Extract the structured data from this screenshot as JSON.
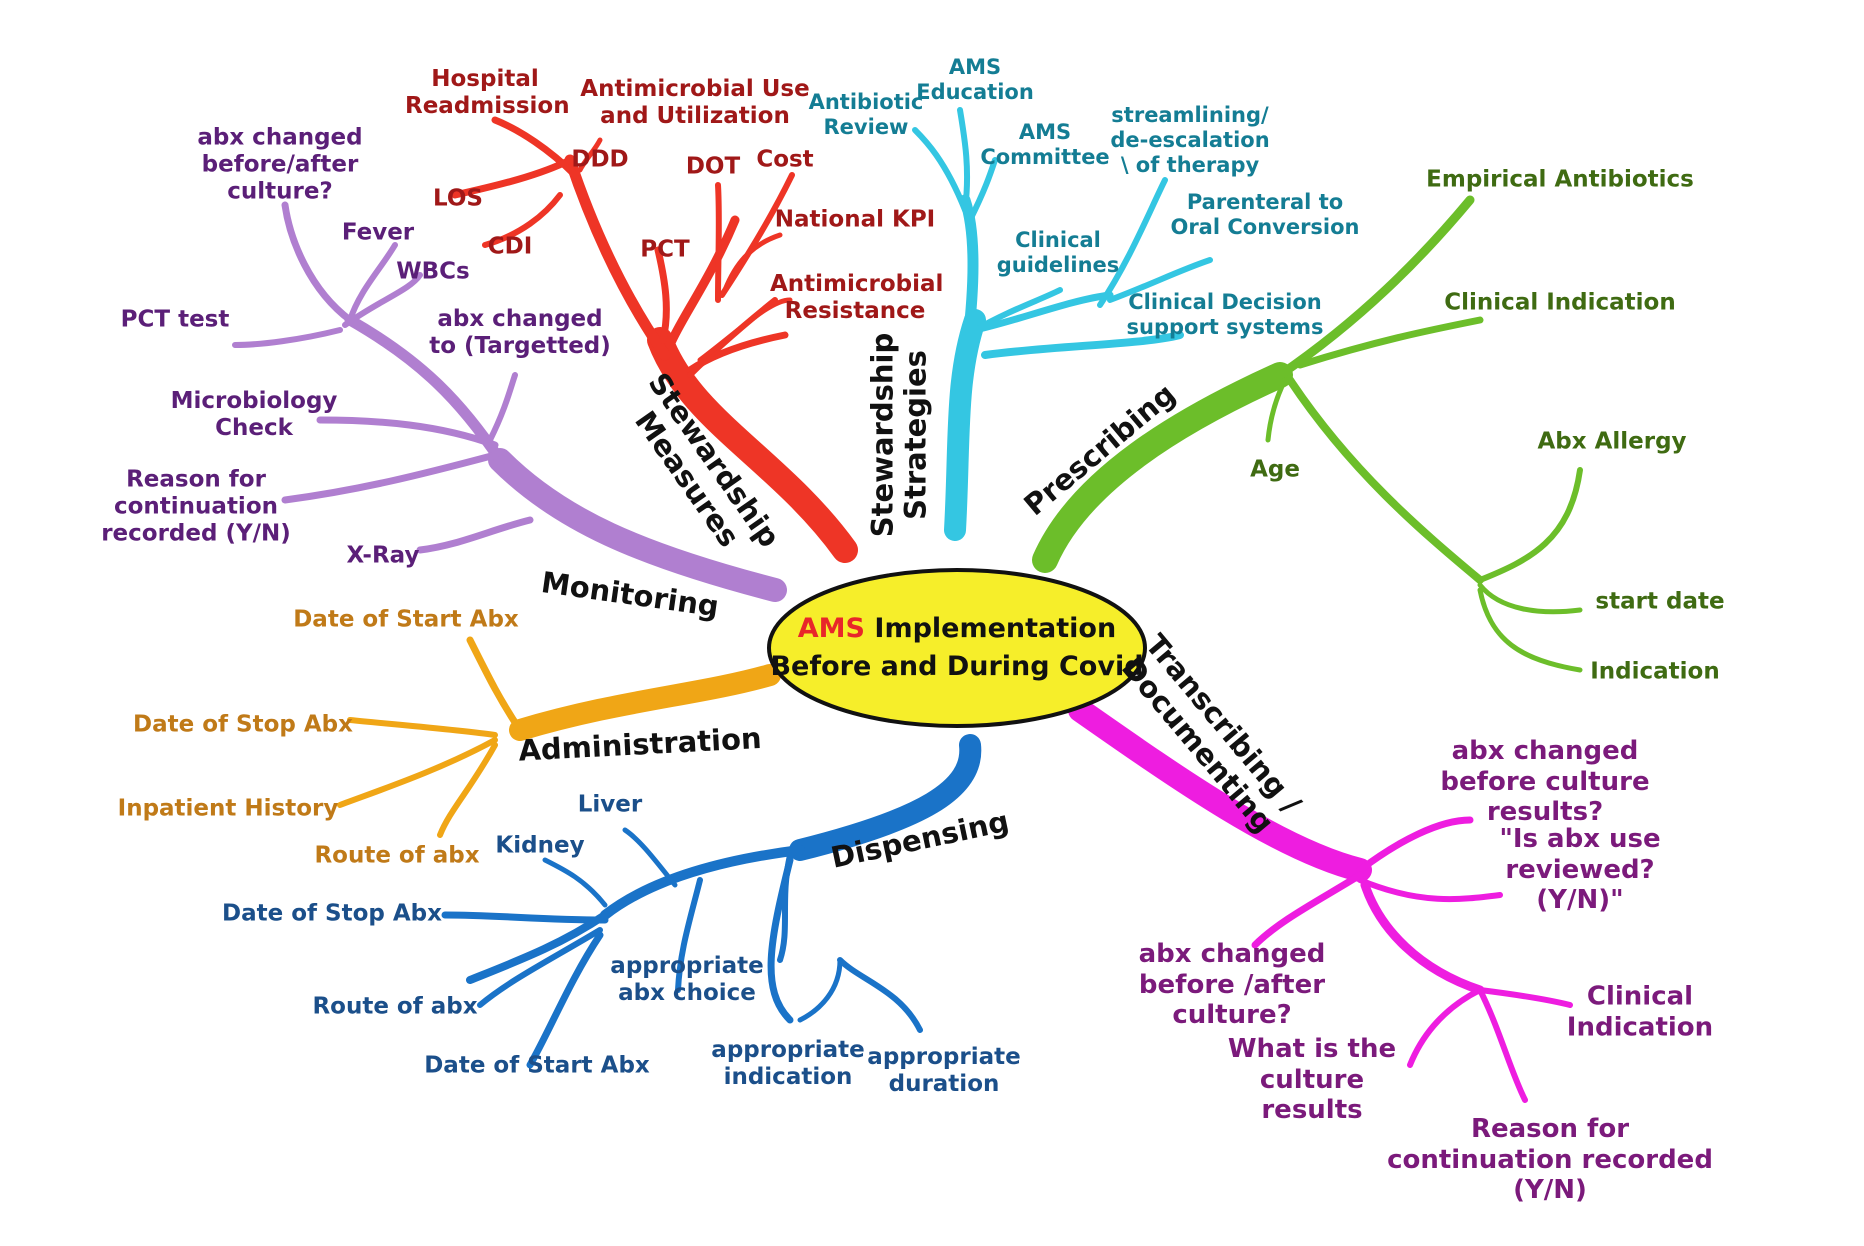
{
  "center": {
    "acronym": "AMS",
    "title_rest": "Implementation",
    "subtitle": "Before and During Covid"
  },
  "branches": {
    "stewardship_measures": {
      "label": "Stewardship Measures",
      "color": "#ee3526",
      "leaves": [
        "Hospital Readmission",
        "Antimicrobial Use and Utilization",
        "DDD",
        "DOT",
        "Cost",
        "LOS",
        "National KPI",
        "CDI",
        "PCT",
        "Antimicrobial Resistance"
      ]
    },
    "stewardship_strategies": {
      "label": "Stewardship Strategies",
      "color": "#34c6e2",
      "leaves": [
        "AMS Education",
        "Antibiotic Review",
        "AMS Committee",
        "streamlining/ de-escalation \\ of therapy",
        "Parenteral to Oral Conversion",
        "Clinical guidelines",
        "Clinical Decision support systems"
      ]
    },
    "prescribing": {
      "label": "Prescribing",
      "color": "#6cbe2a",
      "leaves": [
        "Empirical Antibiotics",
        "Clinical Indication",
        "Age",
        "Abx Allergy",
        "start date",
        "Indication"
      ]
    },
    "transcribing": {
      "label": "Transcribing / Documenting",
      "color": "#ee1de0",
      "leaves": [
        "abx changed before culture results?",
        "\"Is abx use reviewed?(Y/N)\"",
        "abx changed before /after culture?",
        "Clinical Indication",
        "What is the culture results",
        "Reason for continuation recorded (Y/N)"
      ]
    },
    "dispensing": {
      "label": "Dispensing",
      "color": "#1a73c8",
      "leaves": [
        "Liver",
        "Kidney",
        "Date of Stop Abx",
        "Route of abx",
        "appropriate abx choice",
        "Date of Start Abx",
        "appropriate indication",
        "appropriate duration"
      ]
    },
    "administration": {
      "label": "Administration",
      "color": "#f0a616",
      "leaves": [
        "Date of Start Abx",
        "Date of Stop Abx",
        "Inpatient History",
        "Route of abx"
      ]
    },
    "monitoring": {
      "label": "Monitoring",
      "color": "#b07fd0",
      "leaves": [
        "abx changed before/after culture?",
        "Fever",
        "WBCs",
        "PCT test",
        "abx changed to (Targetted)",
        "Microbiology Check",
        "Reason for continuation recorded (Y/N)",
        "X-Ray"
      ]
    }
  }
}
